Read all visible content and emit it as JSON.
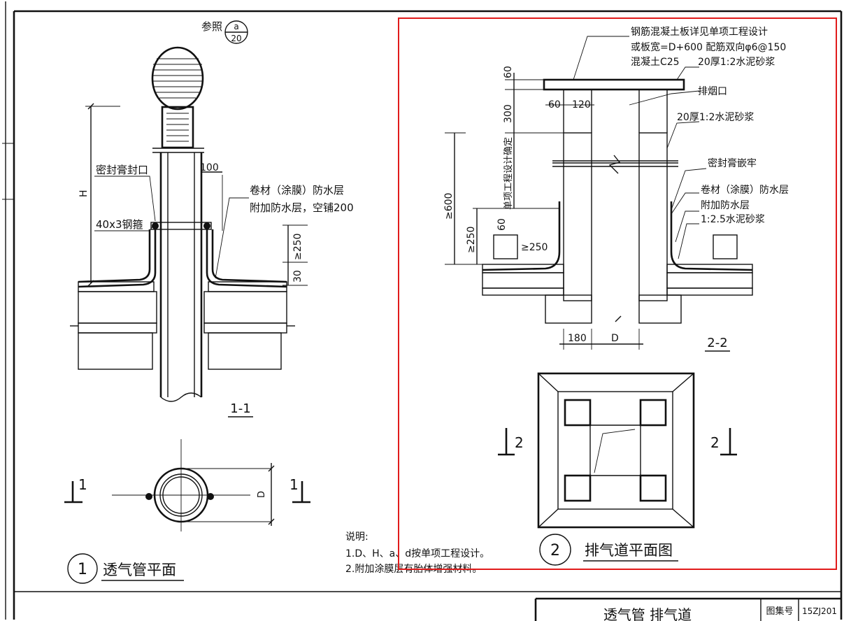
{
  "detail_1": {
    "ref_label": "参照",
    "ref_top": "a",
    "ref_bottom": "20",
    "H": "H",
    "dim_100": "100",
    "dim_250": "≥250",
    "dim_30": "30",
    "sealant": "密封膏封口",
    "steel_hoop": "40x3钢箍",
    "membrane": "卷材（涂膜）防水层",
    "additional": "附加防水层，空铺200",
    "section": "1-1",
    "plan_D": "D",
    "cut_mark": "1",
    "number": "1",
    "title": "透气管平面"
  },
  "detail_2": {
    "slab_note_1": "钢筋混凝土板详见单项工程设计",
    "slab_note_2": "或板宽=D+600  配筋双向φ6@150",
    "slab_note_3": "混凝土C25",
    "mortar_top": "20厚1:2水泥砂浆",
    "smoke_outlet": "排烟口",
    "mortar_side": "20厚1:2水泥砂浆",
    "seal_embed": "密封膏嵌牢",
    "membrane": "卷材（涂膜）防水层",
    "additional": "附加防水层",
    "mortar_25": "1:2.5水泥砂浆",
    "dim_60_top": "60",
    "dim_300": "300",
    "vertical_note": "单项工程设计确定",
    "dim_60_left": "60",
    "dim_120": "120",
    "dim_600": "≥600",
    "dim_250a": "≥250",
    "dim_60_low": "60",
    "dim_250b": "≥250",
    "dim_180": "180",
    "dim_D": "D",
    "section": "2-2",
    "cut_mark": "2",
    "number": "2",
    "title": "排气道平面图"
  },
  "notes": {
    "heading": "说明:",
    "line1": "1.D、H、a、d按单项工程设计。",
    "line2": "2.附加涂膜层有胎体增强材料。"
  },
  "title_block": {
    "drawing_name": "透气管 排气道",
    "atlas_label": "图集号",
    "atlas_no": "15ZJ201"
  },
  "colors": {
    "ink": "#111111",
    "highlight": "#e11b1b"
  }
}
